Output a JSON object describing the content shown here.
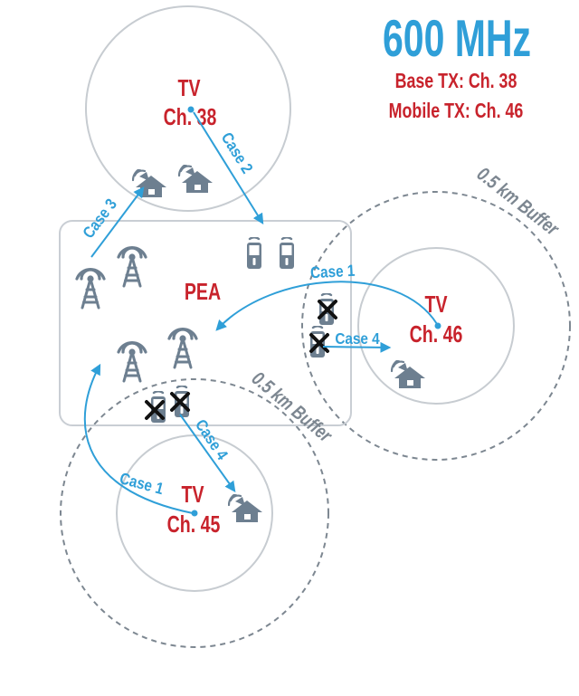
{
  "header": {
    "band": "600 MHz",
    "base_tx": "Base TX:  Ch. 38",
    "mobile_tx": "Mobile TX:  Ch. 46"
  },
  "tv_stations": [
    {
      "line1": "TV",
      "line2": "Ch. 38"
    },
    {
      "line1": "TV",
      "line2": "Ch. 46"
    },
    {
      "line1": "TV",
      "line2": "Ch. 45"
    }
  ],
  "pea_label": "PEA",
  "cases": {
    "case1_right": "Case 1",
    "case1_left": "Case 1",
    "case2": "Case 2",
    "case3": "Case 3",
    "case4_right": "Case 4",
    "case4_left": "Case 4"
  },
  "buffers": {
    "right": "0.5 km Buffer",
    "bottom": "0.5 km Buffer"
  },
  "icons": [
    "tower-icon",
    "house-with-antenna-icon",
    "mobile-phone-icon",
    "x-mark-icon"
  ],
  "colors": {
    "accent_blue": "#2f9fd8",
    "tv_red": "#c8232c",
    "icon_grey": "#6d7f90",
    "circle_grey": "#c7ccd1",
    "buffer_grey": "#7d8791",
    "box_grey": "#c9ced4"
  }
}
